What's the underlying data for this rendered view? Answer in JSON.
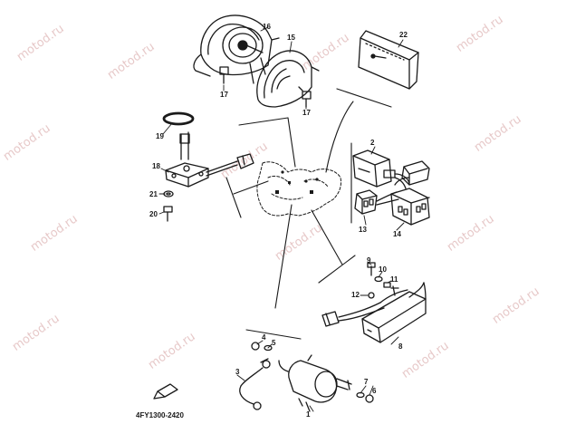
{
  "diagram": {
    "part_code": "4FY1300-2420",
    "watermark_text": "motod.ru",
    "callouts": {
      "c1": "1",
      "c2": "2",
      "c3": "3",
      "c4": "4",
      "c5": "5",
      "c6": "6",
      "c7": "7",
      "c8": "8",
      "c9": "9",
      "c10": "10",
      "c11": "11",
      "c12": "12",
      "c13": "13",
      "c14": "14",
      "c15": "15",
      "c16": "16",
      "c17a": "17",
      "c17b": "17",
      "c18": "18",
      "c19": "19",
      "c20": "20",
      "c21": "21",
      "c22": "22"
    },
    "colors": {
      "ink": "#1a1a1a",
      "watermark": "#e7c9c9"
    }
  }
}
